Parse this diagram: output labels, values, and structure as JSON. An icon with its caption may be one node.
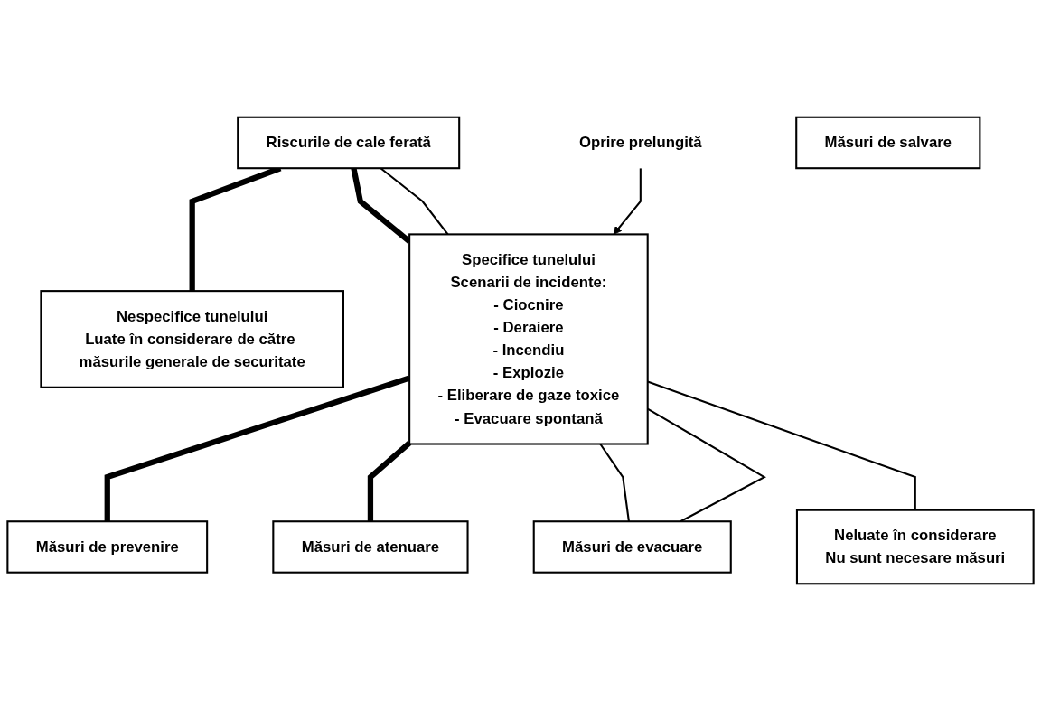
{
  "diagram": {
    "nodes": [
      {
        "text": [
          "Riscurile de cale ferată"
        ]
      },
      {
        "text": [
          "Nespecifice tunelului",
          "Luate în considerare de către măsurile generale de securitate"
        ]
      },
      {
        "text": [
          "Specifice tunelului",
          "Scenarii de incidente:",
          "- Ciocnire",
          "- Deraiere",
          "- Incendiu",
          "- Explozie",
          "- Eliberare de gaze toxice",
          "- Evacuare spontană"
        ]
      },
      {
        "text": [
          "Oprire prelungită"
        ]
      },
      {
        "text": [
          "Măsuri de prevenire"
        ]
      },
      {
        "text": [
          "Măsuri de atenuare"
        ]
      },
      {
        "text": [
          "Măsuri de evacuare"
        ]
      },
      {
        "text": [
          "Măsuri de salvare"
        ]
      },
      {
        "text": [
          "Neluate în considerare",
          "Nu sunt necesare măsuri"
        ]
      }
    ],
    "edges": [
      {
        "from": 0,
        "to": 1,
        "arrow": "none",
        "style": "thick"
      },
      {
        "from": 0,
        "to": 2,
        "arrow": "none",
        "style": "thick"
      },
      {
        "from": 0,
        "to": 2,
        "arrow": "none"
      },
      {
        "from": 3,
        "to": 2,
        "arrow": "to"
      },
      {
        "from": 2,
        "to": 4,
        "arrow": "none",
        "style": "thick"
      },
      {
        "from": 2,
        "to": 5,
        "arrow": "none",
        "style": "thick"
      },
      {
        "from": 2,
        "to": 6,
        "arrow": "none"
      },
      {
        "from": 2,
        "to": 6,
        "arrow": "none"
      },
      {
        "from": 2,
        "to": 8,
        "arrow": "none"
      }
    ]
  }
}
